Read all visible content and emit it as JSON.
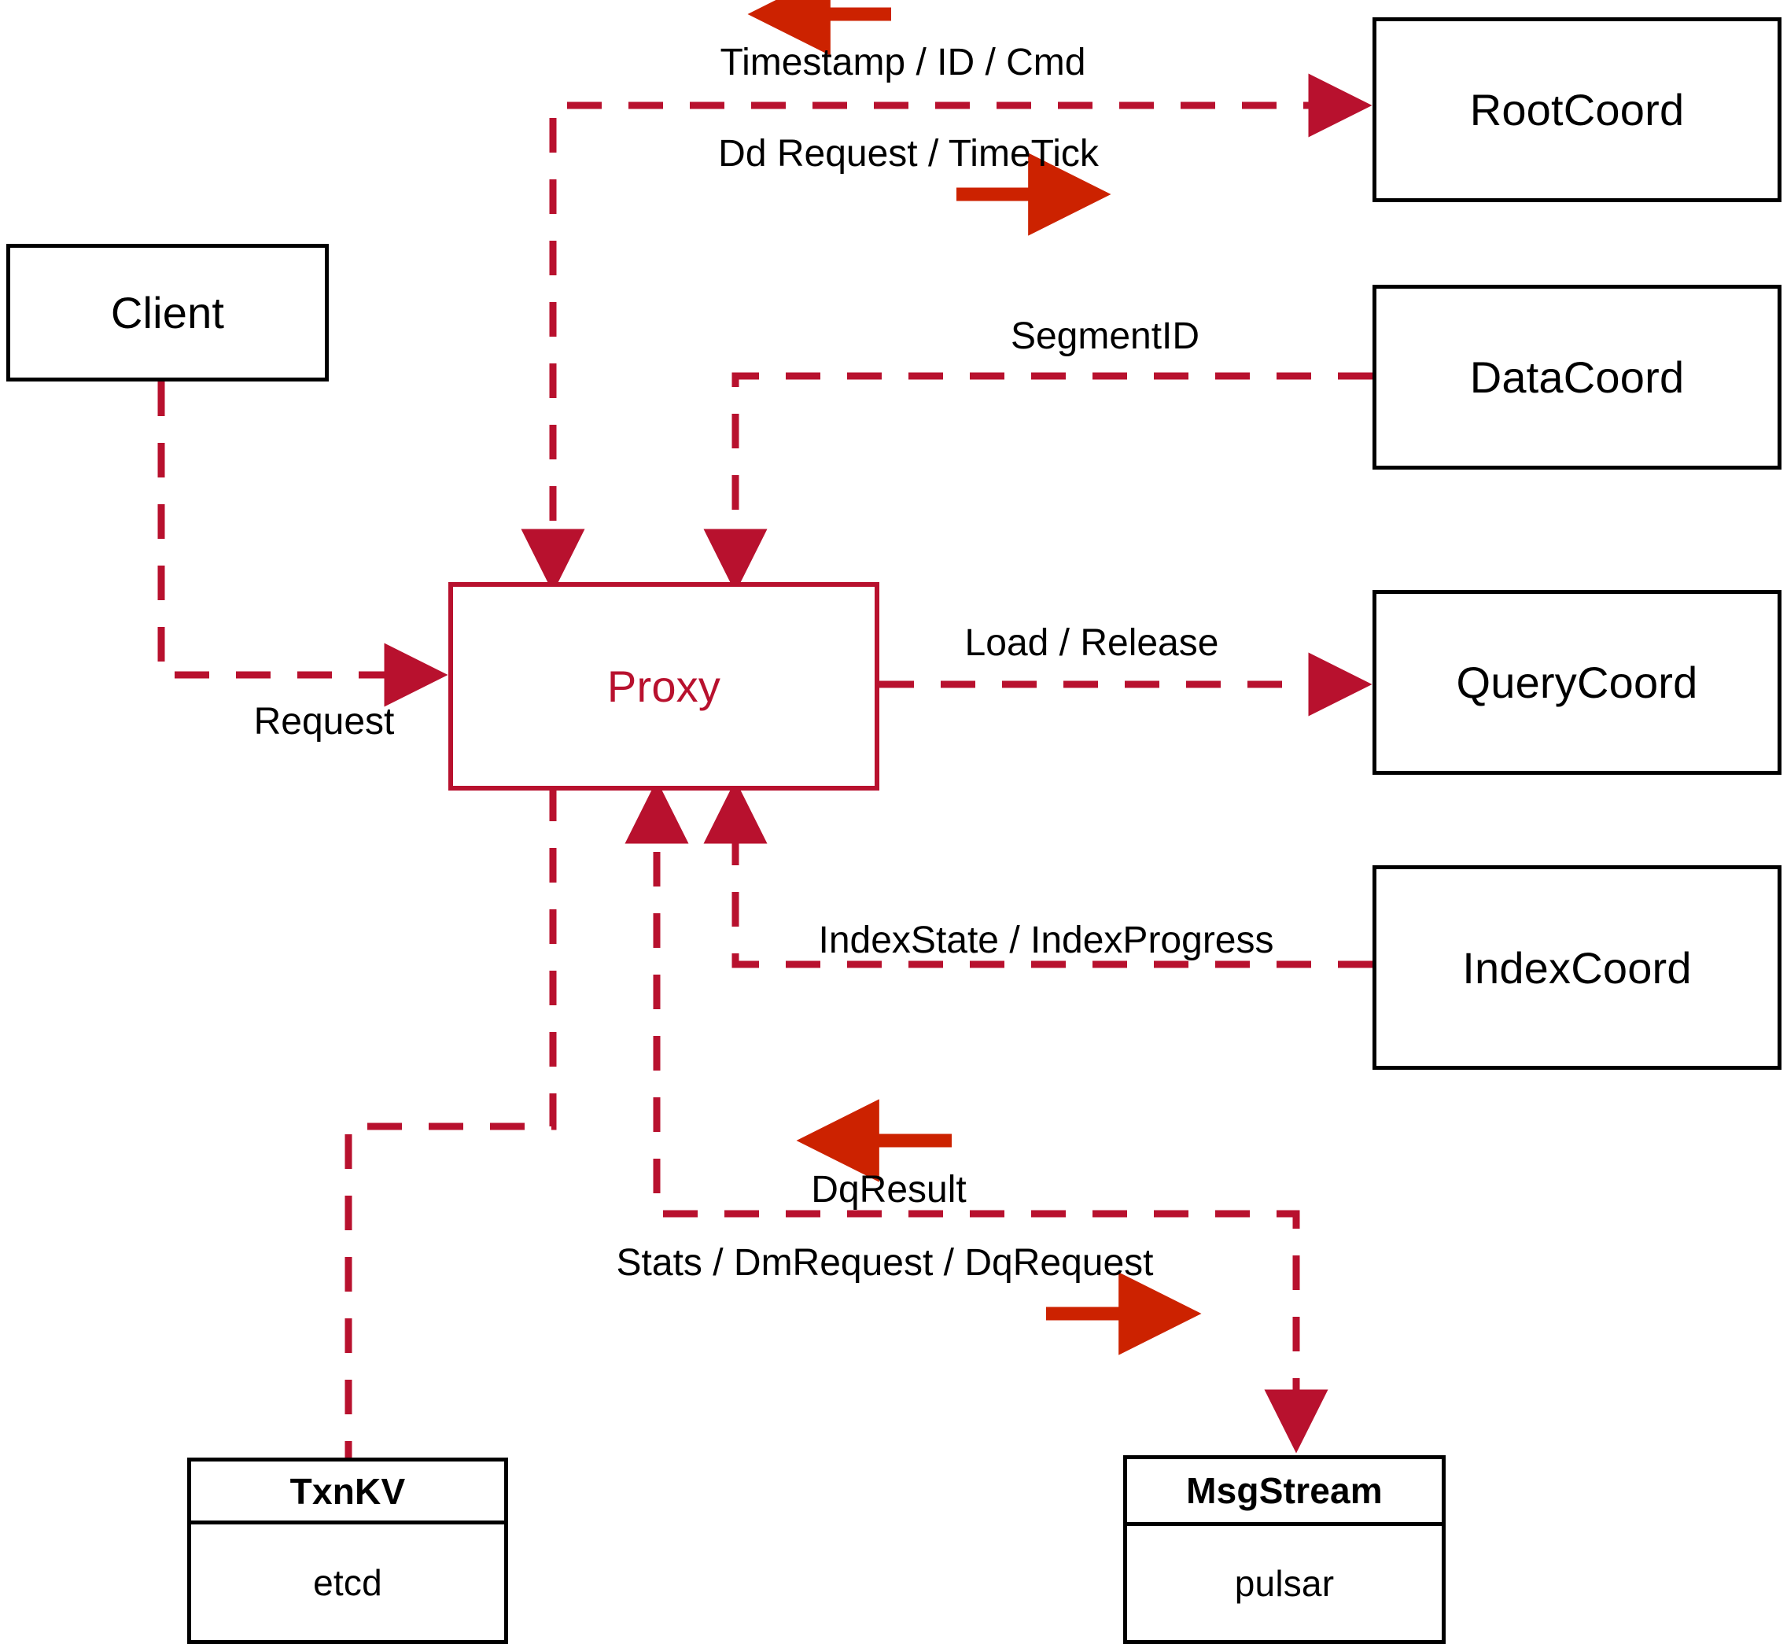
{
  "diagram": {
    "title": "Milvus Proxy component interaction diagram",
    "colors": {
      "dashed_edge": "#B8112E",
      "solid_arrow": "#CC2200",
      "node_border": "#000000",
      "proxy_border": "#B8112E",
      "proxy_text": "#B8112E",
      "background": "#FFFFFF"
    },
    "nodes": [
      {
        "id": "client",
        "label": "Client"
      },
      {
        "id": "proxy",
        "label": "Proxy"
      },
      {
        "id": "rootcoord",
        "label": "RootCoord"
      },
      {
        "id": "datacoord",
        "label": "DataCoord"
      },
      {
        "id": "querycoord",
        "label": "QueryCoord"
      },
      {
        "id": "indexcoord",
        "label": "IndexCoord"
      }
    ],
    "stack_nodes": [
      {
        "id": "txnkv",
        "head": "TxnKV",
        "body": "etcd"
      },
      {
        "id": "msgstream",
        "head": "MsgStream",
        "body": "pulsar"
      }
    ],
    "edge_labels": [
      {
        "id": "timestamp-id-cmd",
        "text": "Timestamp / ID / Cmd",
        "direction": "left"
      },
      {
        "id": "dd-request-timetick",
        "text": "Dd Request / TimeTick",
        "direction": "right"
      },
      {
        "id": "segmentid",
        "text": "SegmentID",
        "direction": "left"
      },
      {
        "id": "load-release",
        "text": "Load / Release",
        "direction": "right"
      },
      {
        "id": "indexstate",
        "text": "IndexState / IndexProgress",
        "direction": "left"
      },
      {
        "id": "request",
        "text": "Request",
        "direction": "right"
      },
      {
        "id": "dqresult",
        "text": "DqResult",
        "direction": "left"
      },
      {
        "id": "stats-dm-dq",
        "text": "Stats / DmRequest / DqRequest",
        "direction": "right"
      }
    ]
  }
}
